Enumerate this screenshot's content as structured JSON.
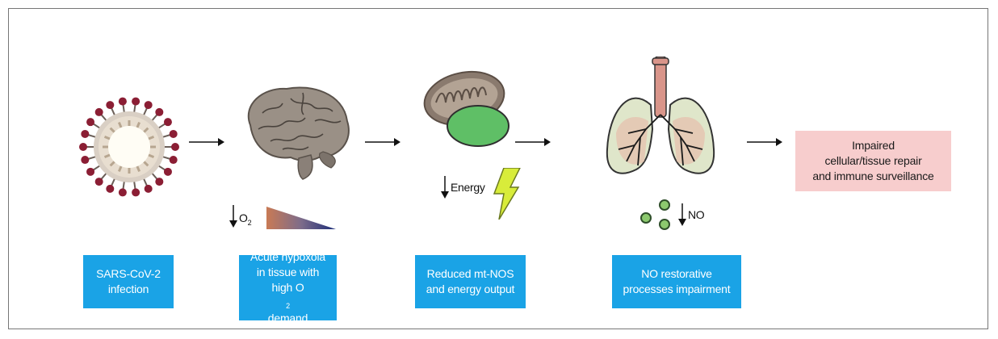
{
  "steps": [
    {
      "lines": [
        "SARS-CoV-2",
        "infection"
      ]
    },
    {
      "lines": [
        "Acute hypoxoia",
        "in tissue with",
        "high O",
        "2",
        " demand"
      ]
    },
    {
      "lines": [
        "Reduced mt-NOS",
        "and energy output"
      ]
    },
    {
      "lines": [
        "NO restorative",
        "processes impairment"
      ]
    }
  ],
  "outcome": {
    "lines": [
      "Impaired",
      "cellular/tissue repair",
      "and immune surveillance"
    ]
  },
  "indicators": {
    "oxygen": {
      "symbol": "O",
      "subscript": "2"
    },
    "energy": "Energy",
    "no": "NO"
  },
  "colors": {
    "label_box": "#1aa3e6",
    "outcome_box": "#f7cdcd",
    "virus_spike": "#8b1e34",
    "mitochondrion": "#7a6a5f",
    "nucleus_green": "#5fbf66",
    "lightning": "#d8ec3a"
  },
  "icons": [
    "virus-icon",
    "brain-icon",
    "mitochondrion-icon",
    "lightning-icon",
    "lungs-icon",
    "no-molecules-icon"
  ]
}
